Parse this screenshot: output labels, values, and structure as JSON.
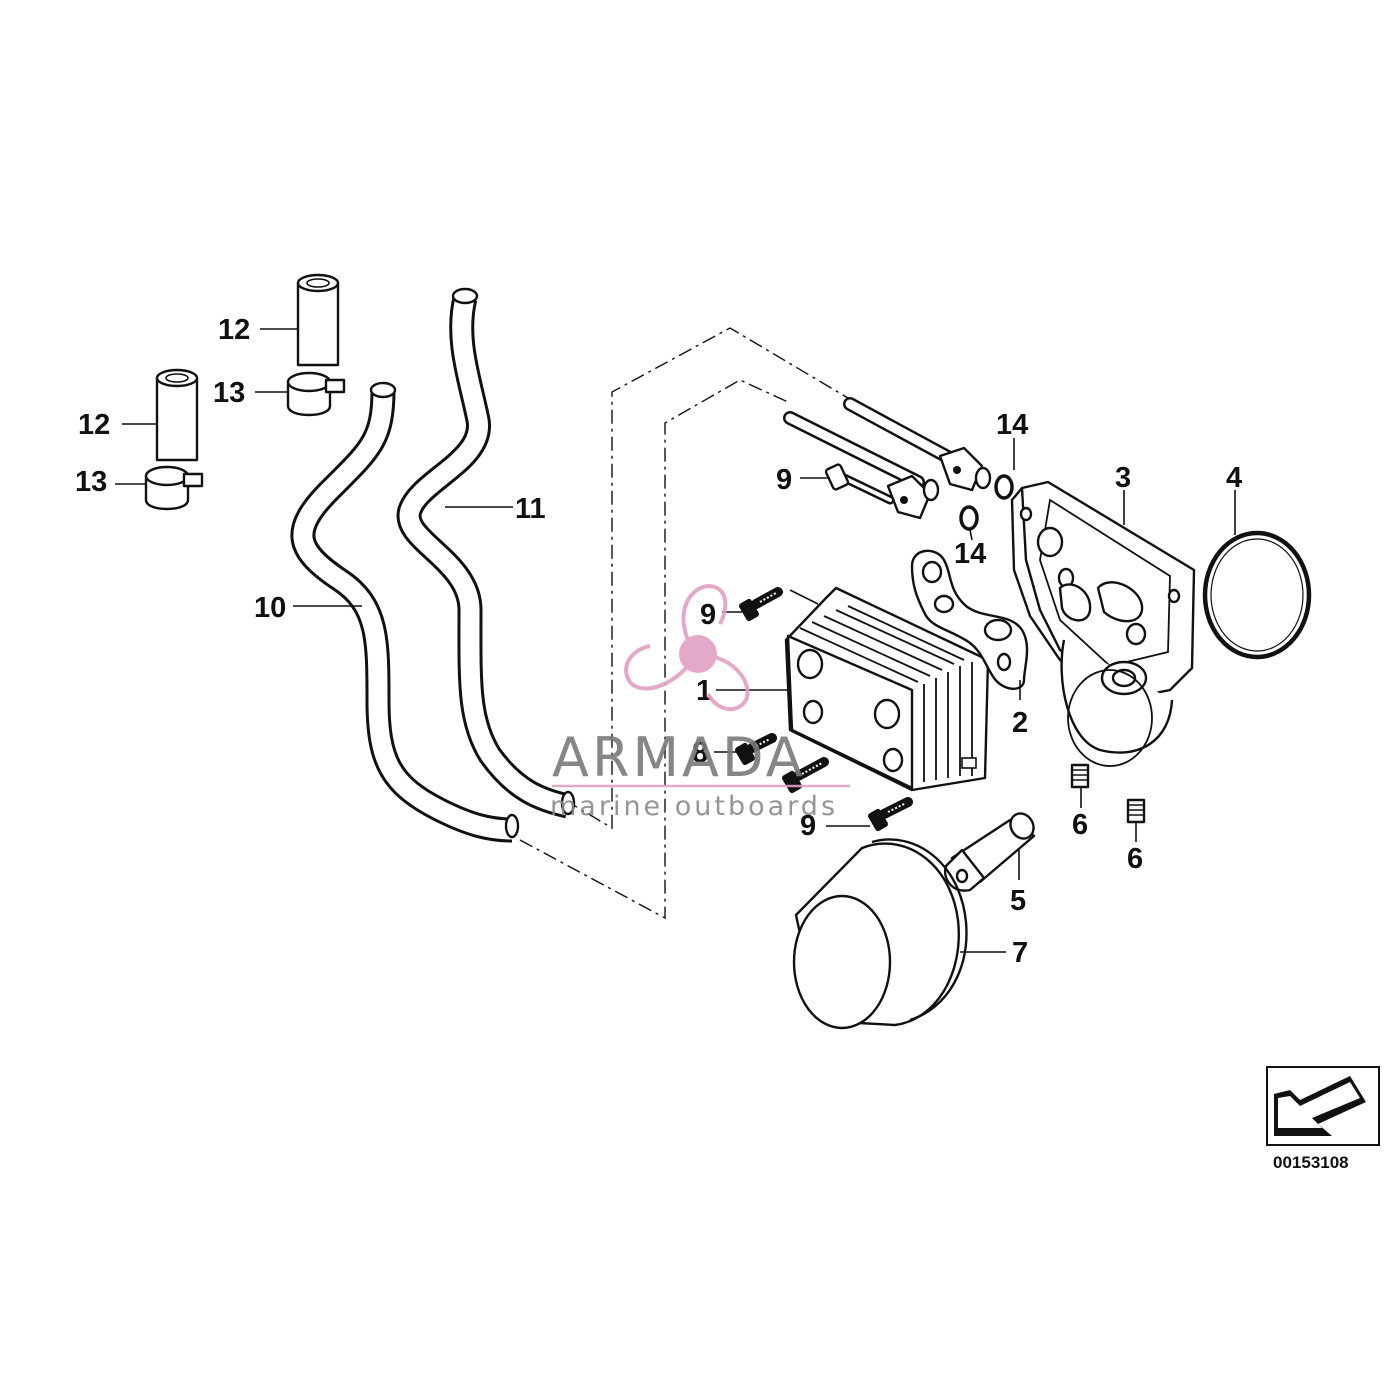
{
  "watermark": {
    "brand": "ARMADA",
    "tagline": "marine outboards",
    "accent_color": "#e2a0c4",
    "text_color": "#7a7a7a"
  },
  "diagram_ref": "00153108",
  "callouts": {
    "c1": "1",
    "c2": "2",
    "c3": "3",
    "c4": "4",
    "c5": "5",
    "c6a": "6",
    "c6b": "6",
    "c7": "7",
    "c8": "8",
    "c9a": "9",
    "c9b": "9",
    "c9c": "9",
    "c10": "10",
    "c11": "11",
    "c12a": "12",
    "c12b": "12",
    "c13a": "13",
    "c13b": "13",
    "c14a": "14",
    "c14b": "14"
  },
  "icons": {
    "ref_box": "view-direction-arrow-icon",
    "logo": "propeller-logo-icon"
  }
}
